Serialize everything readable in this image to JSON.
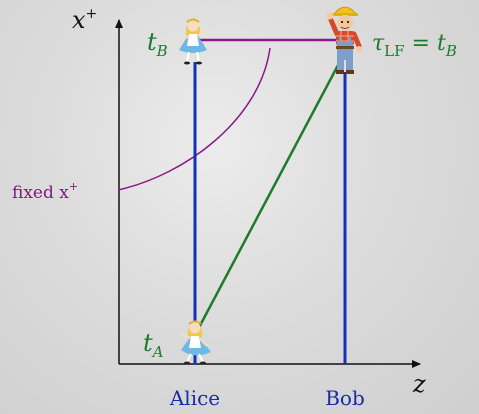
{
  "axes": {
    "vertical_label": "x",
    "vertical_label_sup": "+",
    "horizontal_label": "z"
  },
  "labels": {
    "alice": "Alice",
    "bob": "Bob",
    "t_b": "t",
    "t_b_sub": "B",
    "t_a": "t",
    "t_a_sub": "A",
    "tau": "τ",
    "tau_sub": "LF",
    "tau_eq": " = t",
    "tau_eq_sub": "B",
    "fixed": "fixed x",
    "fixed_sup": "+"
  },
  "colors": {
    "worldline": "#1530b8",
    "light_ray": "#1f7a2a",
    "light_front": "#8a1a8a",
    "label_green": "#1d7a2a",
    "label_blue": "#1a2aa8",
    "label_purple": "#7a1a7a",
    "axis": "#111111"
  },
  "icons": {
    "alice": "alice-figure-icon",
    "bob": "bob-builder-figure-icon"
  }
}
